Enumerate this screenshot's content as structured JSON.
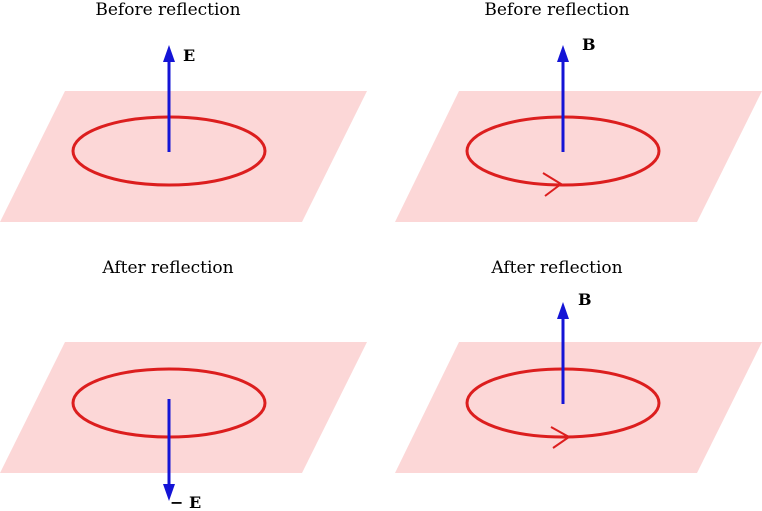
{
  "colors": {
    "plane": "#fcd7d7",
    "loop": "#dc1e1e",
    "vector": "#1414d6",
    "text": "#000000",
    "background": "#ffffff"
  },
  "panels": [
    {
      "title": "Before reflection",
      "vector_label": "E"
    },
    {
      "title": "Before reflection",
      "vector_label": "B"
    },
    {
      "title": "After reflection",
      "vector_label": "− E"
    },
    {
      "title": "After reflection",
      "vector_label": "B"
    }
  ]
}
